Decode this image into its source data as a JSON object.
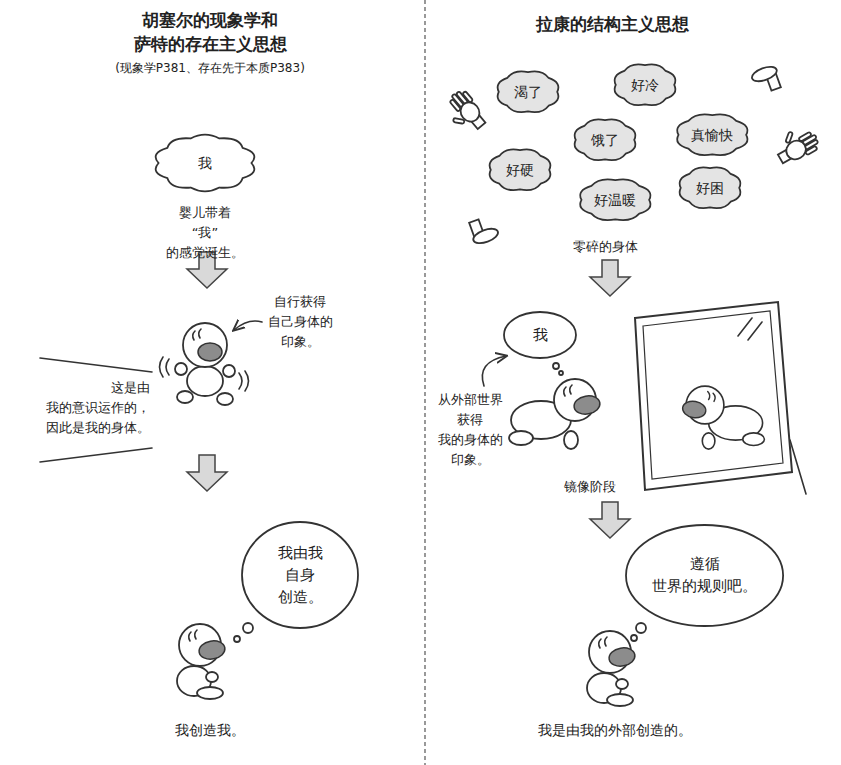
{
  "diagram": {
    "nodes": [
      {
        "text": [
          "我"
        ]
      },
      {
        "text": [
          "我由我 自身 创造。"
        ]
      },
      {
        "text": [
          "渴了"
        ]
      },
      {
        "text": [
          "好冷"
        ]
      },
      {
        "text": [
          "饿了"
        ]
      },
      {
        "text": [
          "真愉快"
        ]
      },
      {
        "text": [
          "好硬"
        ]
      },
      {
        "text": [
          "好困"
        ]
      },
      {
        "text": [
          "好温暖"
        ]
      },
      {
        "text": [
          "我"
        ]
      },
      {
        "text": [
          "遵循 世界的规则吧。"
        ]
      }
    ],
    "labels": [
      "胡塞尔的现象学和 萨特的存在主义思想",
      "(现象学P381、存在先于本质P383)",
      "婴儿带着 “我”的感觉诞生。",
      "自行获得 自己身体的 印象。",
      "这是由 我的意识运作的， 因此是我的身体。",
      "我创造我。",
      "拉康的结构主义思想",
      "零碎的身体",
      "从外部世界 获得 我的身体的 印象。",
      "镜像阶段",
      "我是由我的外部创造的。"
    ]
  }
}
